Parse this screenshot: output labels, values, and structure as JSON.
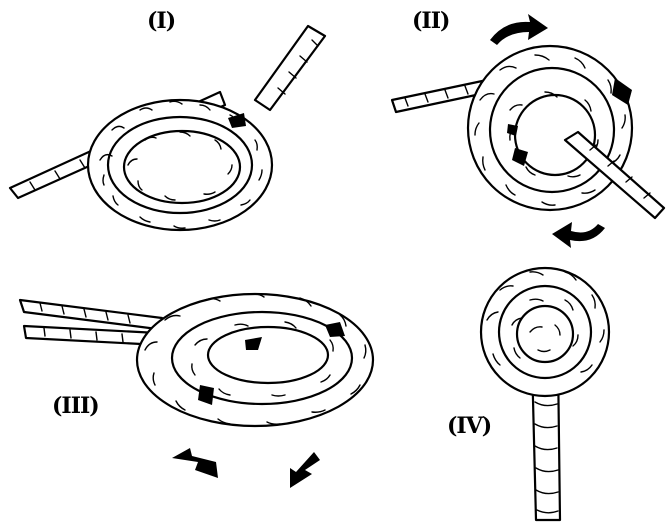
{
  "steps": [
    {
      "label": "(I)"
    },
    {
      "label": "(II)"
    },
    {
      "label": "(III)"
    },
    {
      "label": "(IV)"
    }
  ],
  "colors": {
    "ink": "#000000",
    "paper": "#ffffff"
  },
  "icons": [
    "rope-loop-icon",
    "rotation-arrow-icon",
    "knot-ball-icon"
  ]
}
